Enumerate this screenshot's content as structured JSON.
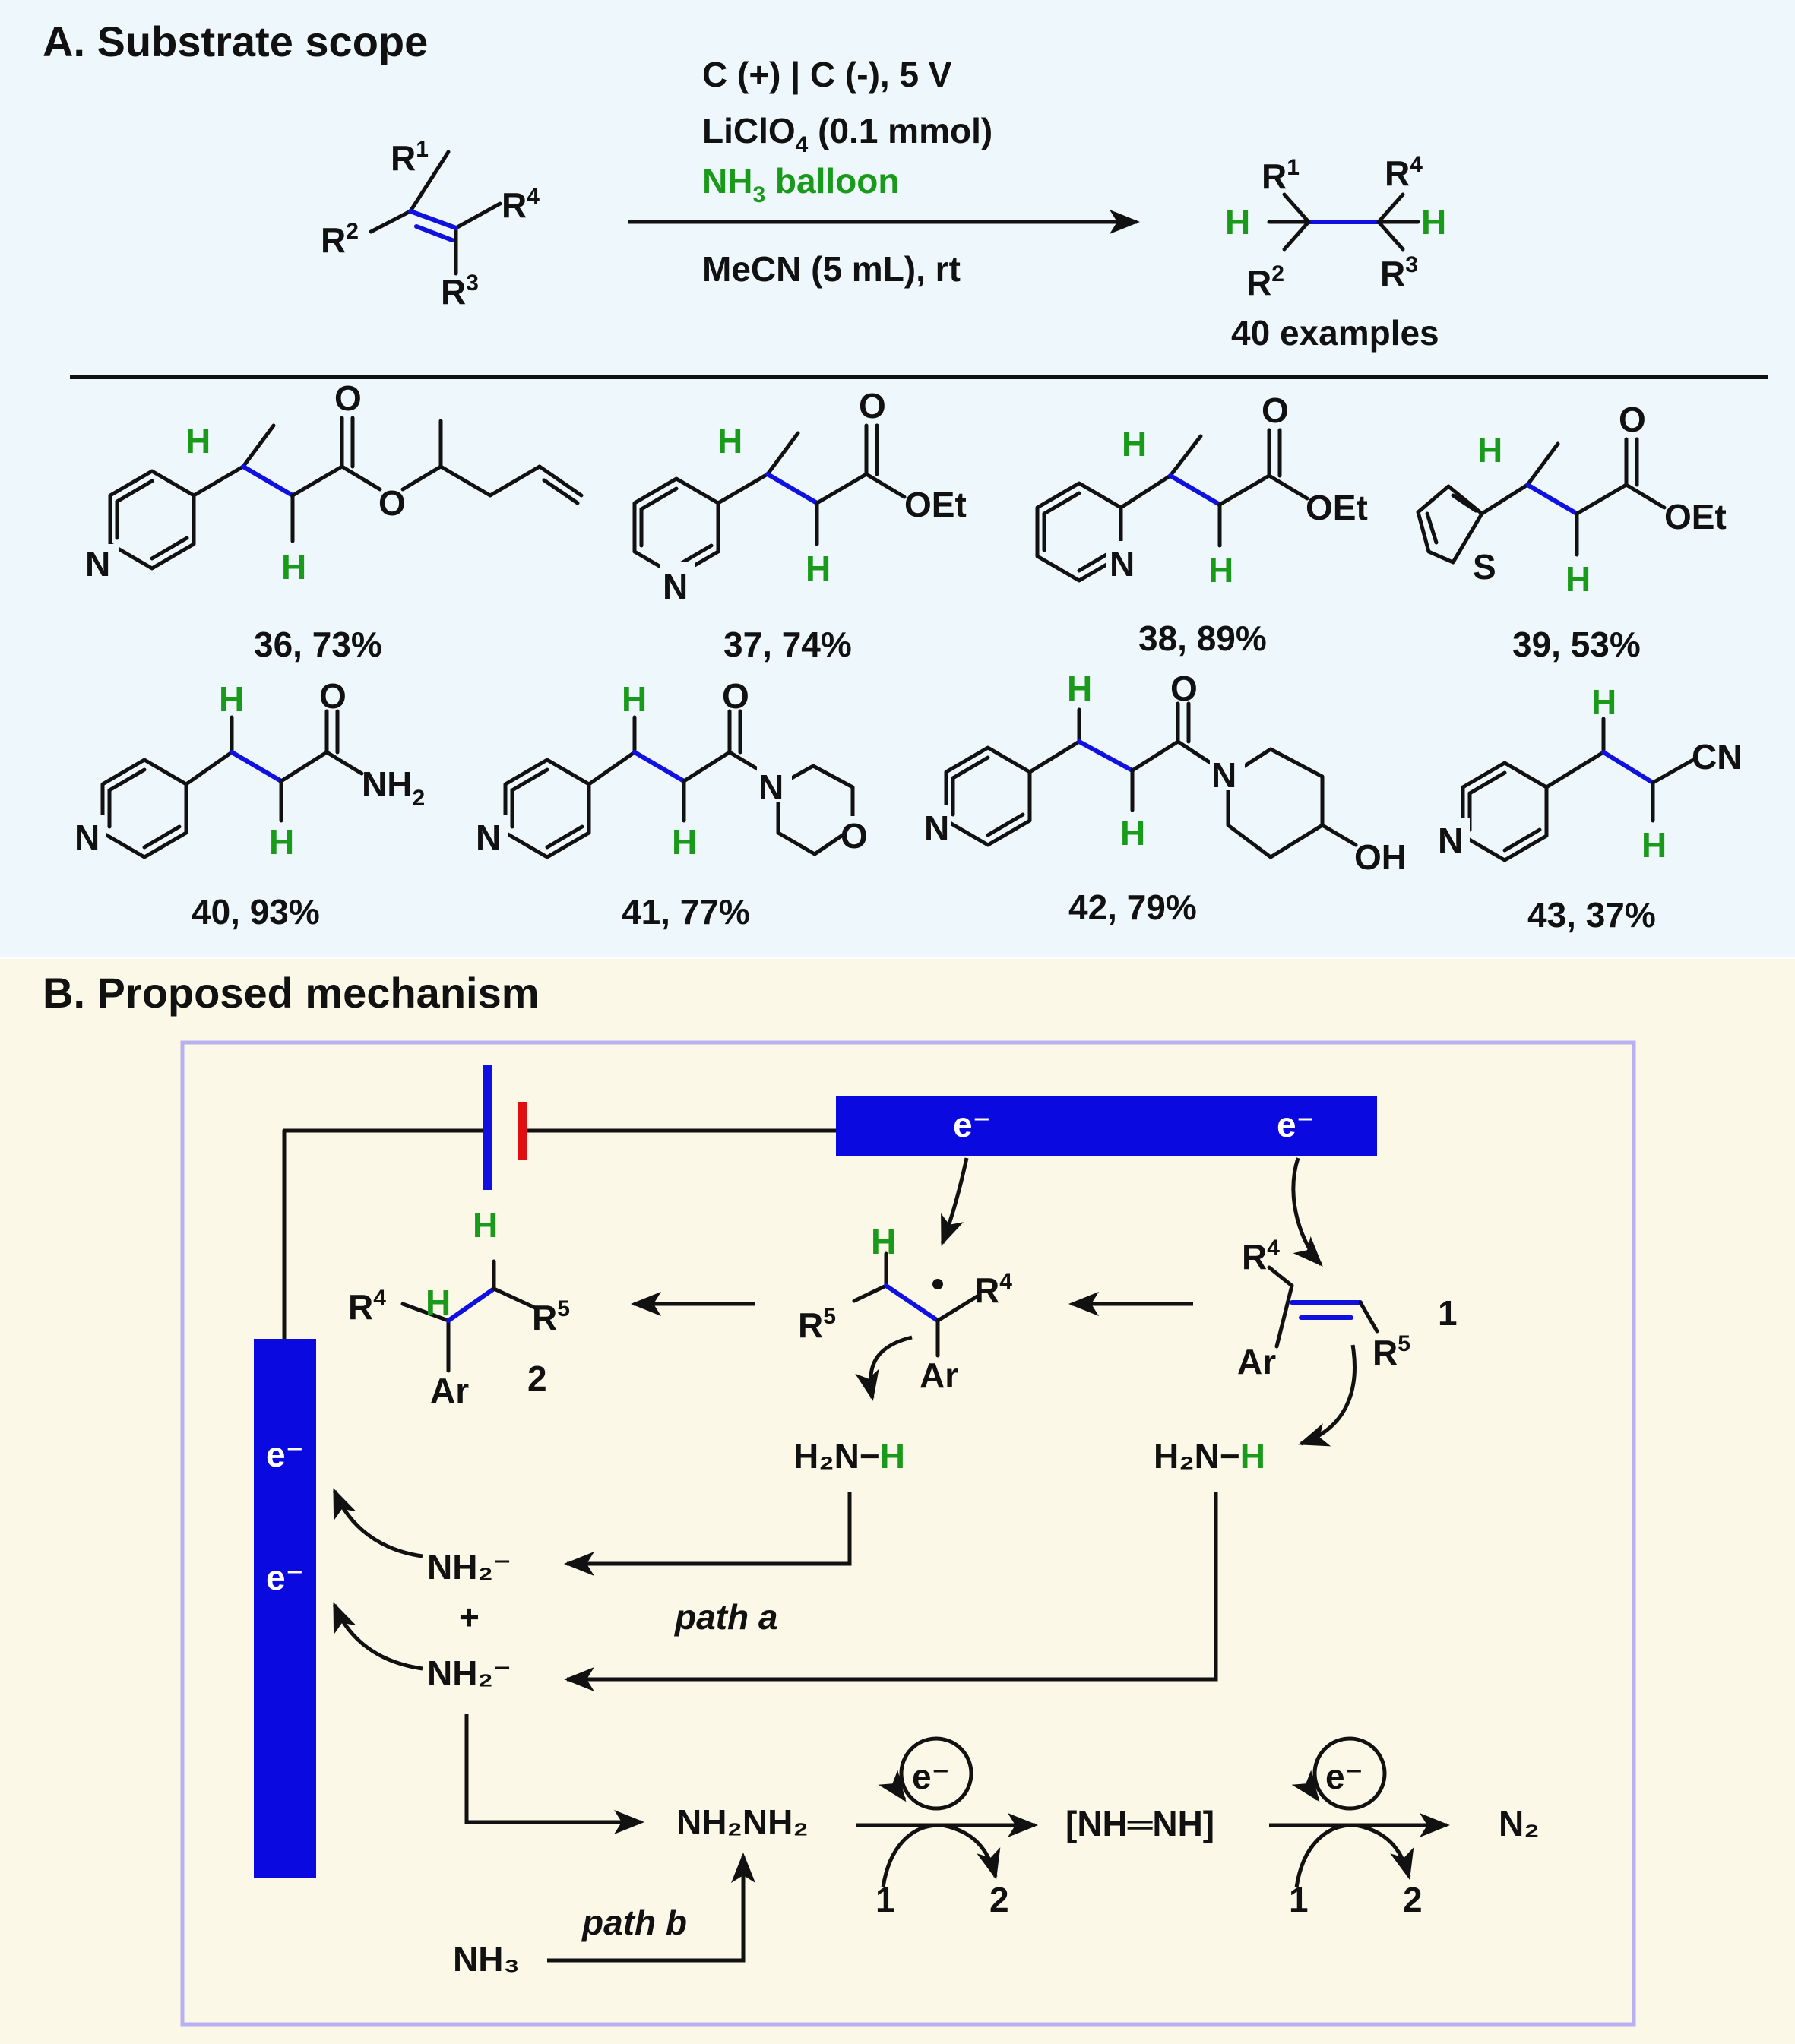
{
  "panel_a": {
    "title": "A. Substrate scope",
    "cond1": "C (+) | C (-), 5 V",
    "cond2": "LiClO",
    "cond2_sub": "4",
    "cond2_tail": " (0.1 mmol)",
    "cond3": "NH",
    "cond3_sub": "3",
    "cond3_tail": " balloon",
    "cond4": "MeCN (5 mL), rt",
    "examples": "40 examples",
    "compounds": [
      {
        "label": "36, 73%"
      },
      {
        "label": "37, 74%"
      },
      {
        "label": "38, 89%"
      },
      {
        "label": "39, 53%"
      },
      {
        "label": "40, 93%"
      },
      {
        "label": "41, 77%"
      },
      {
        "label": "42, 79%"
      },
      {
        "label": "43, 37%"
      }
    ],
    "atoms": {
      "H": "H",
      "O": "O",
      "N": "N",
      "S": "S",
      "OEt": "OEt",
      "NH2": "NH",
      "two": "2",
      "OH": "OH",
      "CN": "CN"
    }
  },
  "panel_b": {
    "title": "B. Proposed mechanism",
    "electron": "e⁻",
    "h2nh": "H₂N−",
    "h": "H",
    "nh2minus": "NH₂⁻",
    "plus": "+",
    "path_a": "path a",
    "path_b": "path b",
    "hydrazine": "NH₂NH₂",
    "diazene": "[NH═NH]",
    "n2": "N₂",
    "nh3": "NH₃",
    "one": "1",
    "two": "2",
    "ar": "Ar",
    "r4": "R",
    "r5": "R",
    "r4sup": "4",
    "r5sup": "5"
  },
  "scheme_general": {
    "r1": "R",
    "r2": "R",
    "r3": "R",
    "r4": "R",
    "s1": "1",
    "s2": "2",
    "s3": "3",
    "s4": "4",
    "h": "H"
  },
  "colors": {
    "panel_a_bg": "#eef7fb",
    "panel_b_bg": "#fbf8e8",
    "electrode": "#0a0ae0",
    "bond_highlight": "#1010e0",
    "hydrogen": "#1a9a1a",
    "cathode_mark": "#e01010",
    "frame": "#b8b0f0"
  }
}
